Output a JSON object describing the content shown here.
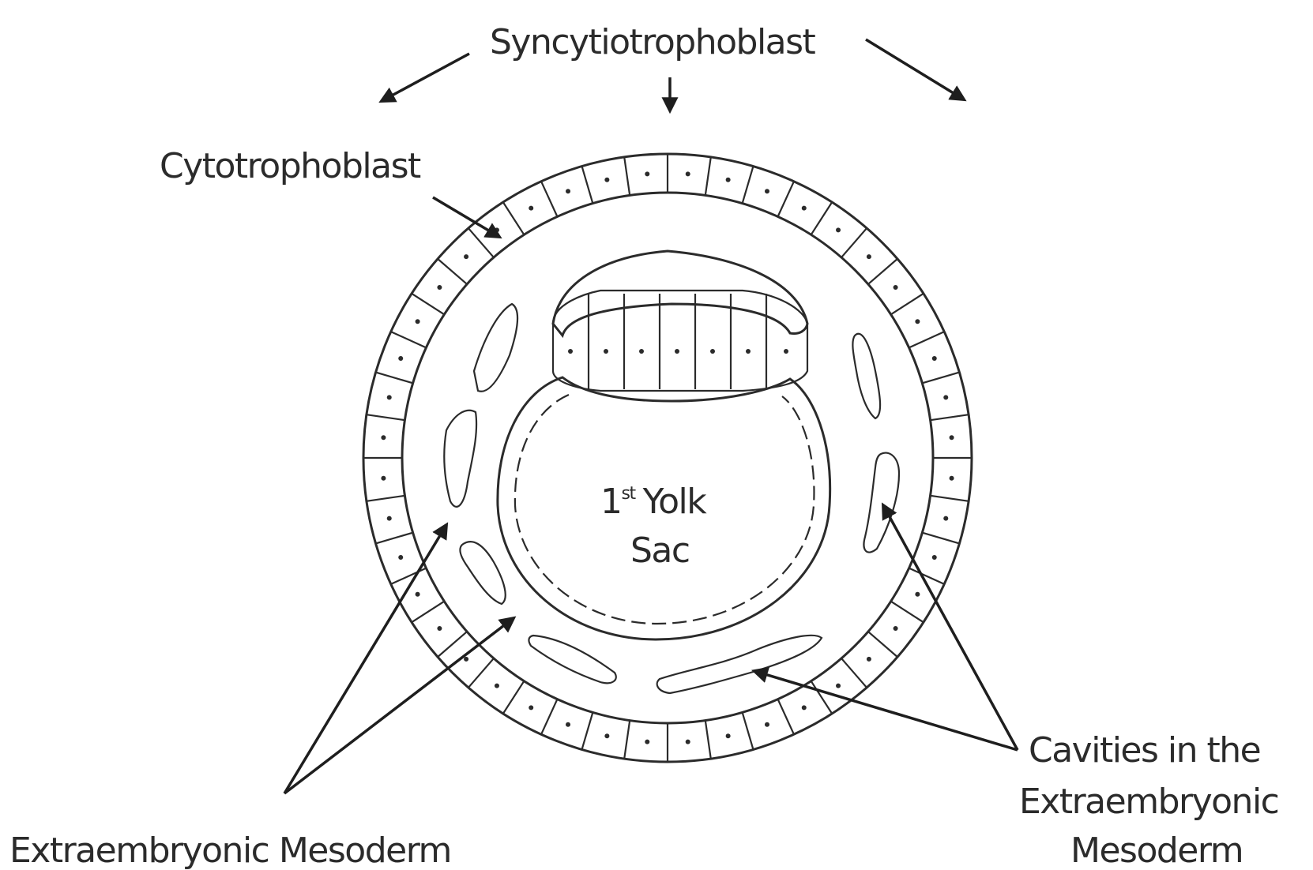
{
  "labels": {
    "syncytiotrophoblast": "Syncytiotrophoblast",
    "cytotrophoblast": "Cytotrophoblast",
    "yolk_sac_line1_num": "1",
    "yolk_sac_line1_sup": "st",
    "yolk_sac_line1_word": "Yolk",
    "yolk_sac_line2": "Sac",
    "cavities_line1": "Cavities in the",
    "cavities_line2": "Extraembryonic",
    "cavities_line3": "Mesoderm",
    "extraembryonic_mesoderm": "Extraembryonic Mesoderm"
  },
  "colors": {
    "ink": "#2b2b2b",
    "background": "#ffffff"
  }
}
